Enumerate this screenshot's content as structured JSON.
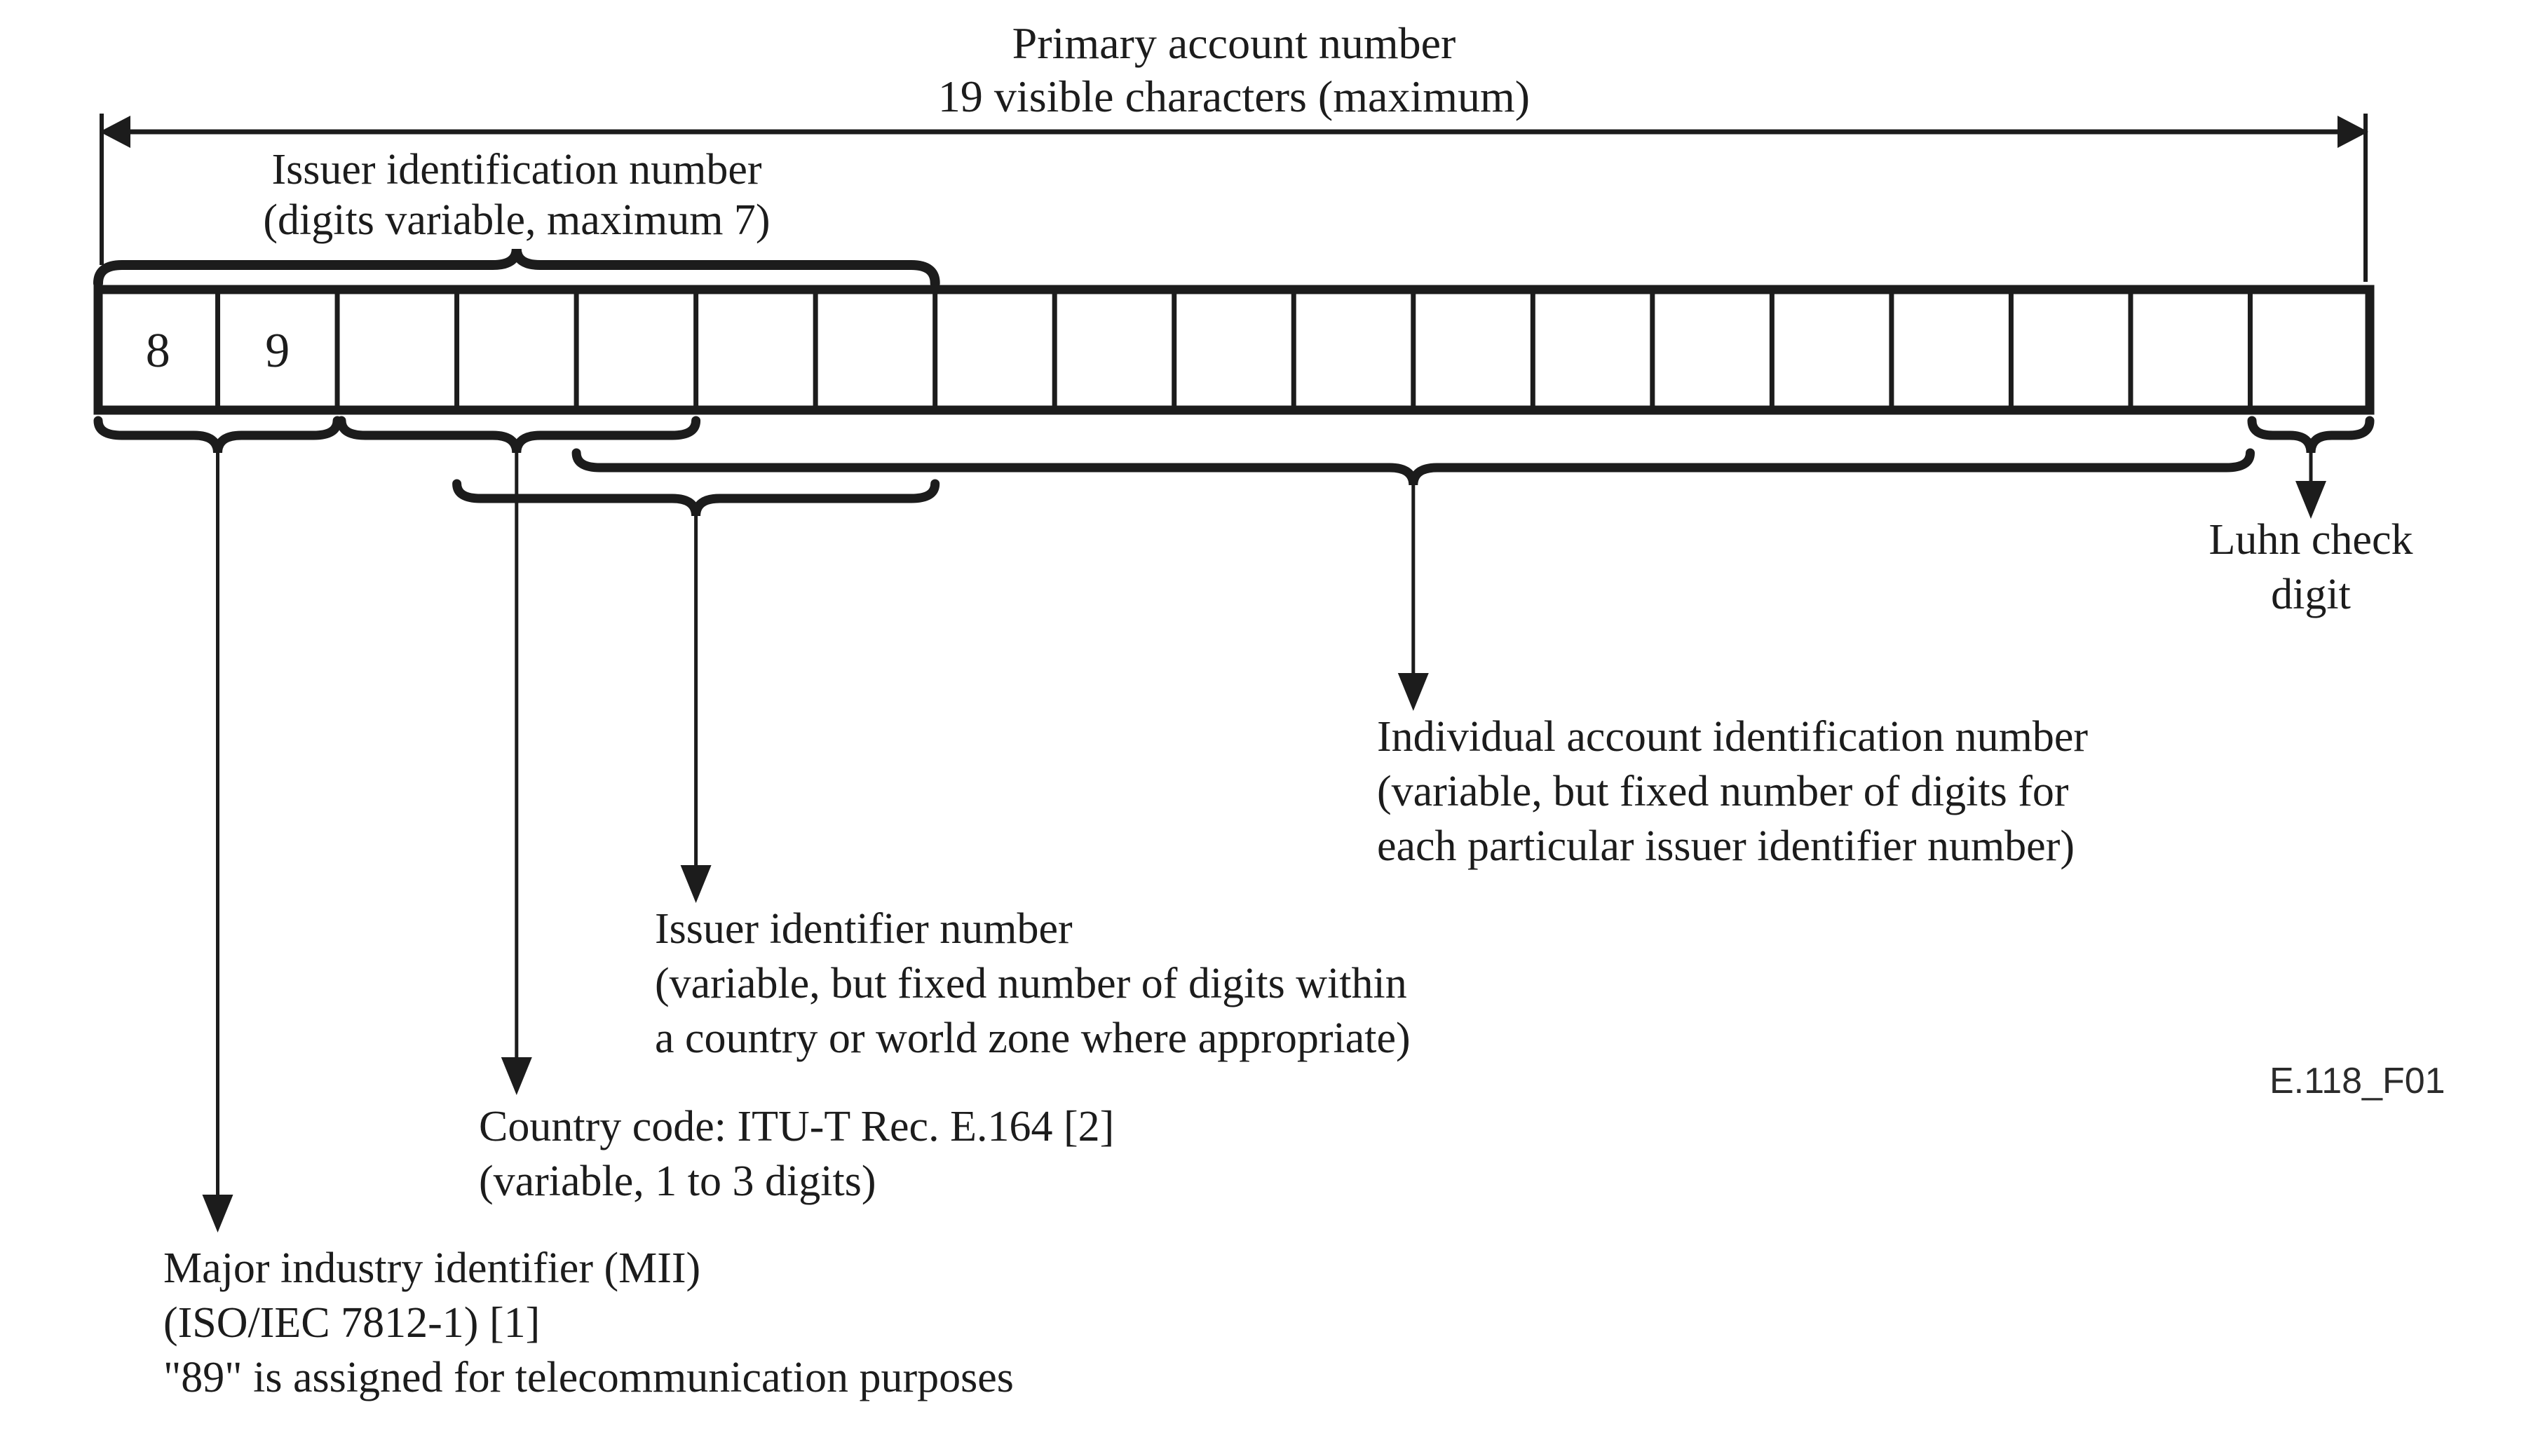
{
  "colors": {
    "ink": "#1c1c1c",
    "background": "#ffffff"
  },
  "pan_span": {
    "line1": "Primary account number",
    "line2": "19 visible characters (maximum)"
  },
  "iin": {
    "line1": "Issuer identification number",
    "line2": "(digits variable, maximum 7)"
  },
  "cells": [
    "8",
    "9",
    "",
    "",
    "",
    "",
    "",
    "",
    "",
    "",
    "",
    "",
    "",
    "",
    "",
    "",
    "",
    "",
    ""
  ],
  "labels": {
    "luhn": {
      "line1": "Luhn check",
      "line2": "digit"
    },
    "individual": {
      "line1": "Individual account identification number",
      "line2": "(variable, but fixed number of digits for",
      "line3": "each particular issuer identifier number)"
    },
    "issuer": {
      "line1": "Issuer identifier number",
      "line2": "(variable, but fixed number of digits within",
      "line3": "a country or world zone where appropriate)"
    },
    "country": {
      "line1": "Country code: ITU-T Rec. E.164 [2]",
      "line2": "(variable, 1 to 3 digits)"
    },
    "mii": {
      "line1": "Major industry identifier (MII)",
      "line2": "(ISO/IEC 7812-1) [1]",
      "line3": "\"89\" is assigned for telecommunication purposes"
    }
  },
  "figure_id": "E.118_F01"
}
